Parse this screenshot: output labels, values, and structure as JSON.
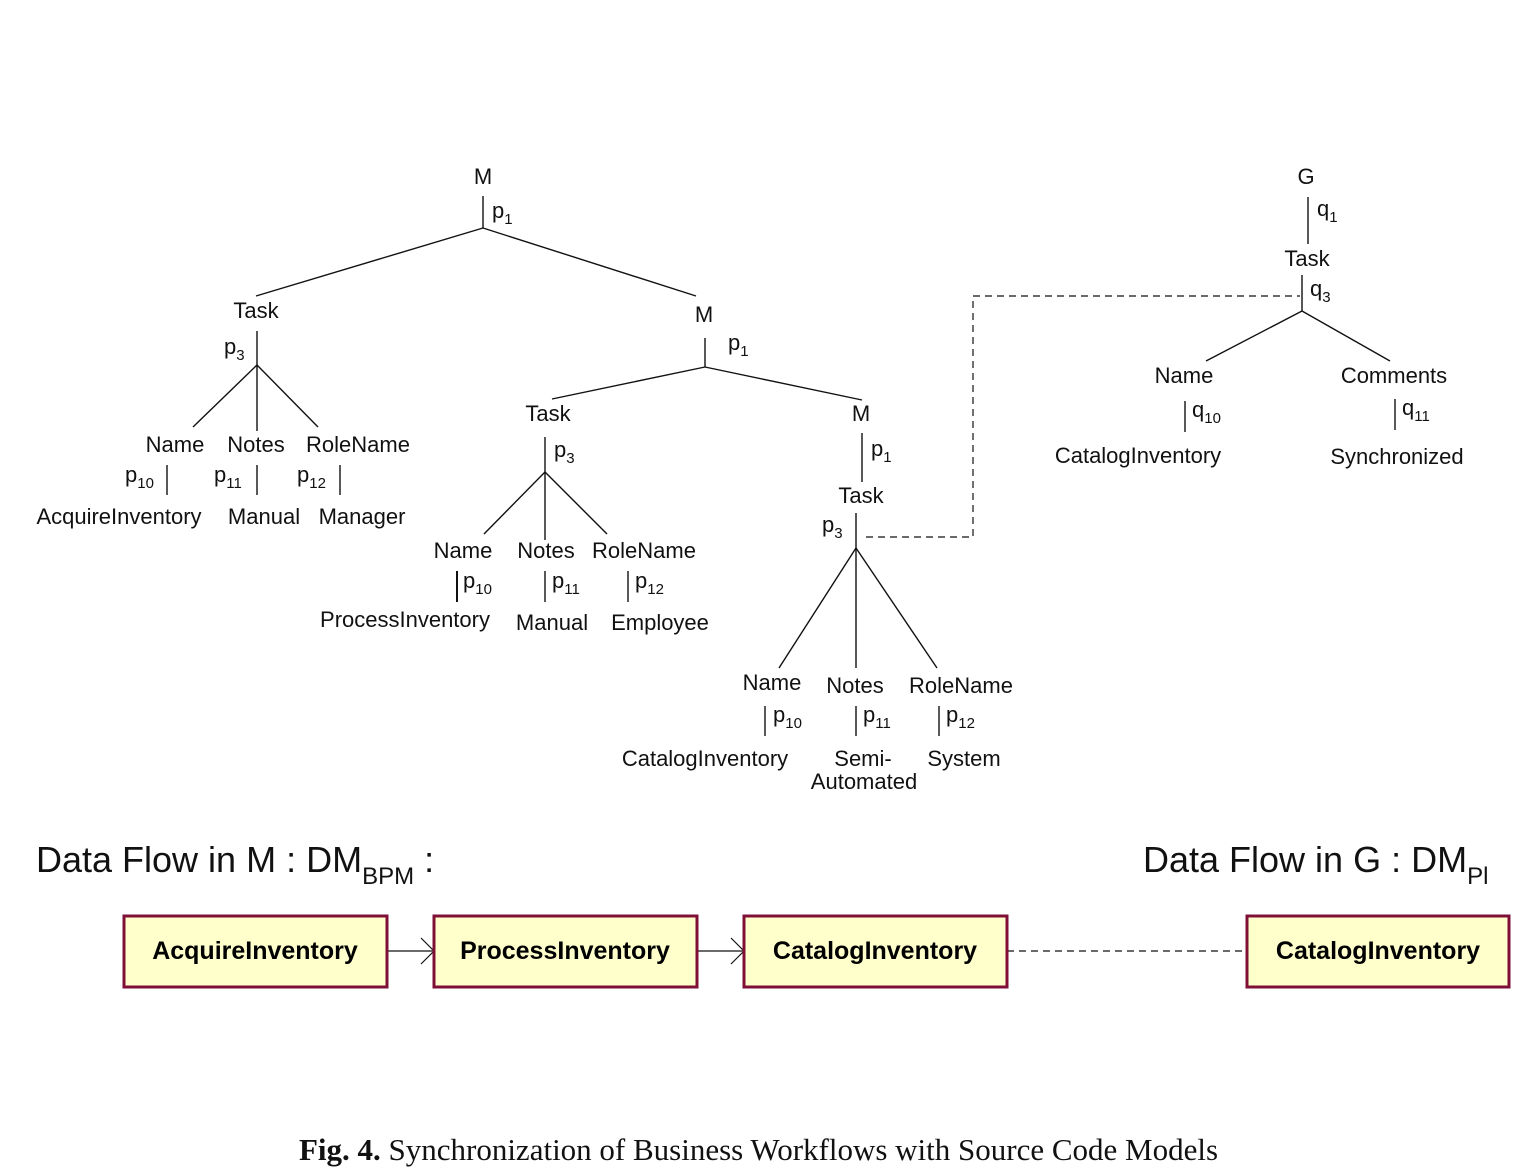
{
  "figure": {
    "caption_prefix": "Fig. 4.",
    "caption_text": "Synchronization of Business Workflows with Source Code Models"
  },
  "tree_m": {
    "root": {
      "label": "M",
      "edge": "p",
      "edge_sub": "1"
    },
    "task1": {
      "label": "Task",
      "edge": "p",
      "edge_sub": "3",
      "children": [
        {
          "label": "Name",
          "edge": "p",
          "edge_sub": "10",
          "value": "AcquireInventory"
        },
        {
          "label": "Notes",
          "edge": "p",
          "edge_sub": "11",
          "value": "Manual"
        },
        {
          "label": "RoleName",
          "edge": "p",
          "edge_sub": "12",
          "value": "Manager"
        }
      ]
    },
    "m2": {
      "label": "M",
      "edge": "p",
      "edge_sub": "1"
    },
    "task2": {
      "label": "Task",
      "edge": "p",
      "edge_sub": "3",
      "children": [
        {
          "label": "Name",
          "edge": "p",
          "edge_sub": "10",
          "value": "ProcessInventory"
        },
        {
          "label": "Notes",
          "edge": "p",
          "edge_sub": "11",
          "value": "Manual"
        },
        {
          "label": "RoleName",
          "edge": "p",
          "edge_sub": "12",
          "value": "Employee"
        }
      ]
    },
    "m3": {
      "label": "M",
      "edge": "p",
      "edge_sub": "1"
    },
    "task3": {
      "label": "Task",
      "edge": "p",
      "edge_sub": "3",
      "children": [
        {
          "label": "Name",
          "edge": "p",
          "edge_sub": "10",
          "value": "CatalogInventory"
        },
        {
          "label": "Notes",
          "edge": "p",
          "edge_sub": "11",
          "value_line1": "Semi-",
          "value_line2": "Automated"
        },
        {
          "label": "RoleName",
          "edge": "p",
          "edge_sub": "12",
          "value": "System"
        }
      ]
    }
  },
  "tree_g": {
    "root": {
      "label": "G",
      "edge": "q",
      "edge_sub": "1"
    },
    "task": {
      "label": "Task",
      "edge": "q",
      "edge_sub": "3",
      "children": [
        {
          "label": "Name",
          "edge": "q",
          "edge_sub": "10",
          "value": "CatalogInventory"
        },
        {
          "label": "Comments",
          "edge": "q",
          "edge_sub": "11",
          "value": "Synchronized"
        }
      ]
    }
  },
  "data_flow_m": {
    "title": "Data Flow in M : DM",
    "title_sub": "BPM",
    "title_suffix": " :",
    "boxes": [
      "AcquireInventory",
      "ProcessInventory",
      "CatalogInventory"
    ]
  },
  "data_flow_g": {
    "title": "Data Flow in G : DM",
    "title_sub": "Pl",
    "boxes": [
      "CatalogInventory"
    ]
  },
  "colors": {
    "box_fill": "#ffffcc",
    "box_border": "#7f0f37",
    "line": "#111111"
  }
}
